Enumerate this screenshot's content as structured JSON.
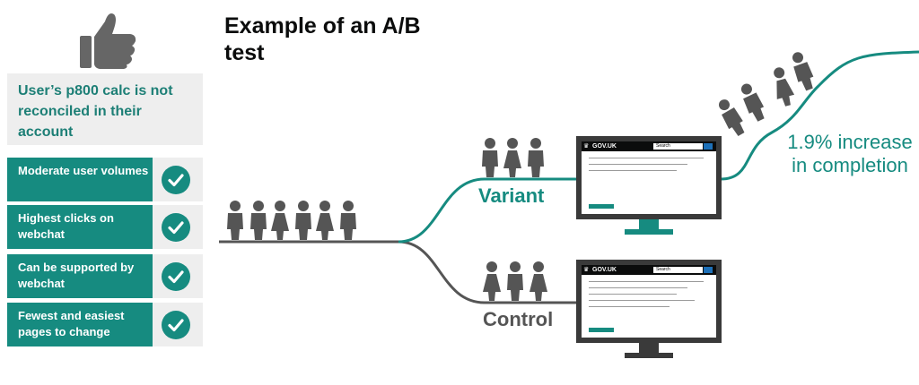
{
  "title": "Example of an A/B test",
  "problem": {
    "text": "User’s p800 calc is not reconciled in their account",
    "icon": "thumbs-up-icon"
  },
  "criteria": [
    {
      "label": "Moderate user volumes",
      "icon": "checkmark-icon"
    },
    {
      "label": "Highest clicks on webchat",
      "icon": "checkmark-icon"
    },
    {
      "label": "Can be supported by webchat",
      "icon": "checkmark-icon"
    },
    {
      "label": "Fewest and easiest pages to change",
      "icon": "checkmark-icon"
    }
  ],
  "branches": {
    "variant": {
      "label": "Variant"
    },
    "control": {
      "label": "Control"
    }
  },
  "outcome": {
    "text": "1.9% increase in completion"
  },
  "screen": {
    "brand": "GOV.UK",
    "search_label": "Search"
  },
  "colors": {
    "teal": "#168b80",
    "teal_text": "#1d7f76",
    "grey_line": "#555555",
    "people": "#555555",
    "panel_bg": "#eeeeee"
  }
}
